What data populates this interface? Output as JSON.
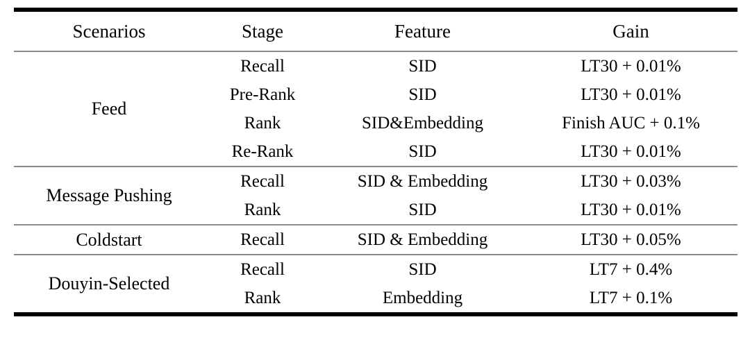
{
  "table": {
    "columns": [
      {
        "key": "scenarios",
        "label": "Scenarios"
      },
      {
        "key": "stage",
        "label": "Stage"
      },
      {
        "key": "feature",
        "label": "Feature"
      },
      {
        "key": "gain",
        "label": "Gain"
      }
    ],
    "groups": [
      {
        "scenario": "Feed",
        "rows": [
          {
            "stage": "Recall",
            "feature": "SID",
            "gain": "LT30 + 0.01%"
          },
          {
            "stage": "Pre-Rank",
            "feature": "SID",
            "gain": "LT30 + 0.01%"
          },
          {
            "stage": "Rank",
            "feature": "SID&Embedding",
            "gain": "Finish AUC + 0.1%"
          },
          {
            "stage": "Re-Rank",
            "feature": "SID",
            "gain": "LT30 + 0.01%"
          }
        ]
      },
      {
        "scenario": "Message Pushing",
        "rows": [
          {
            "stage": "Recall",
            "feature": "SID & Embedding",
            "gain": "LT30 + 0.03%"
          },
          {
            "stage": "Rank",
            "feature": "SID",
            "gain": "LT30 + 0.01%"
          }
        ]
      },
      {
        "scenario": "Coldstart",
        "rows": [
          {
            "stage": "Recall",
            "feature": "SID & Embedding",
            "gain": "LT30 + 0.05%"
          }
        ]
      },
      {
        "scenario": "Douyin-Selected",
        "rows": [
          {
            "stage": "Recall",
            "feature": "SID",
            "gain": "LT7 + 0.4%"
          },
          {
            "stage": "Rank",
            "feature": "Embedding",
            "gain": "LT7 + 0.1%"
          }
        ]
      }
    ]
  },
  "style": {
    "rule_color_heavy": "#000000",
    "rule_color_light": "#8a8a8a",
    "separator_color": "#555555",
    "text_color": "#000000",
    "background": "#ffffff"
  }
}
